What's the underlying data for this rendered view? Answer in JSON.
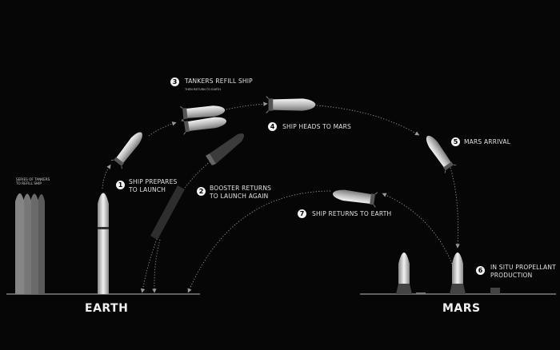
{
  "bodies": {
    "earth": "EARTH",
    "mars": "MARS"
  },
  "tankers_note": [
    "SERIES OF TANKERS",
    "TO REFILL SHIP"
  ],
  "steps": [
    {
      "number": "1",
      "lines": [
        "SHIP PREPARES",
        "TO LAUNCH"
      ]
    },
    {
      "number": "2",
      "lines": [
        "BOOSTER RETURNS",
        "TO LAUNCH AGAIN"
      ]
    },
    {
      "number": "3",
      "lines": [
        "TANKERS REFILL SHIP"
      ],
      "subtitle": "THEN RETURN TO EARTH"
    },
    {
      "number": "4",
      "lines": [
        "SHIP HEADS TO MARS"
      ]
    },
    {
      "number": "5",
      "lines": [
        "MARS ARRIVAL"
      ]
    },
    {
      "number": "6",
      "lines": [
        "IN SITU PROPELLANT",
        "PRODUCTION"
      ]
    },
    {
      "number": "7",
      "lines": [
        "SHIP RETURNS TO EARTH"
      ]
    }
  ],
  "colors": {
    "background": "#060606",
    "ship": "#cfcfcf",
    "booster": "#3a3a3a",
    "path": "#9a9a9a"
  }
}
